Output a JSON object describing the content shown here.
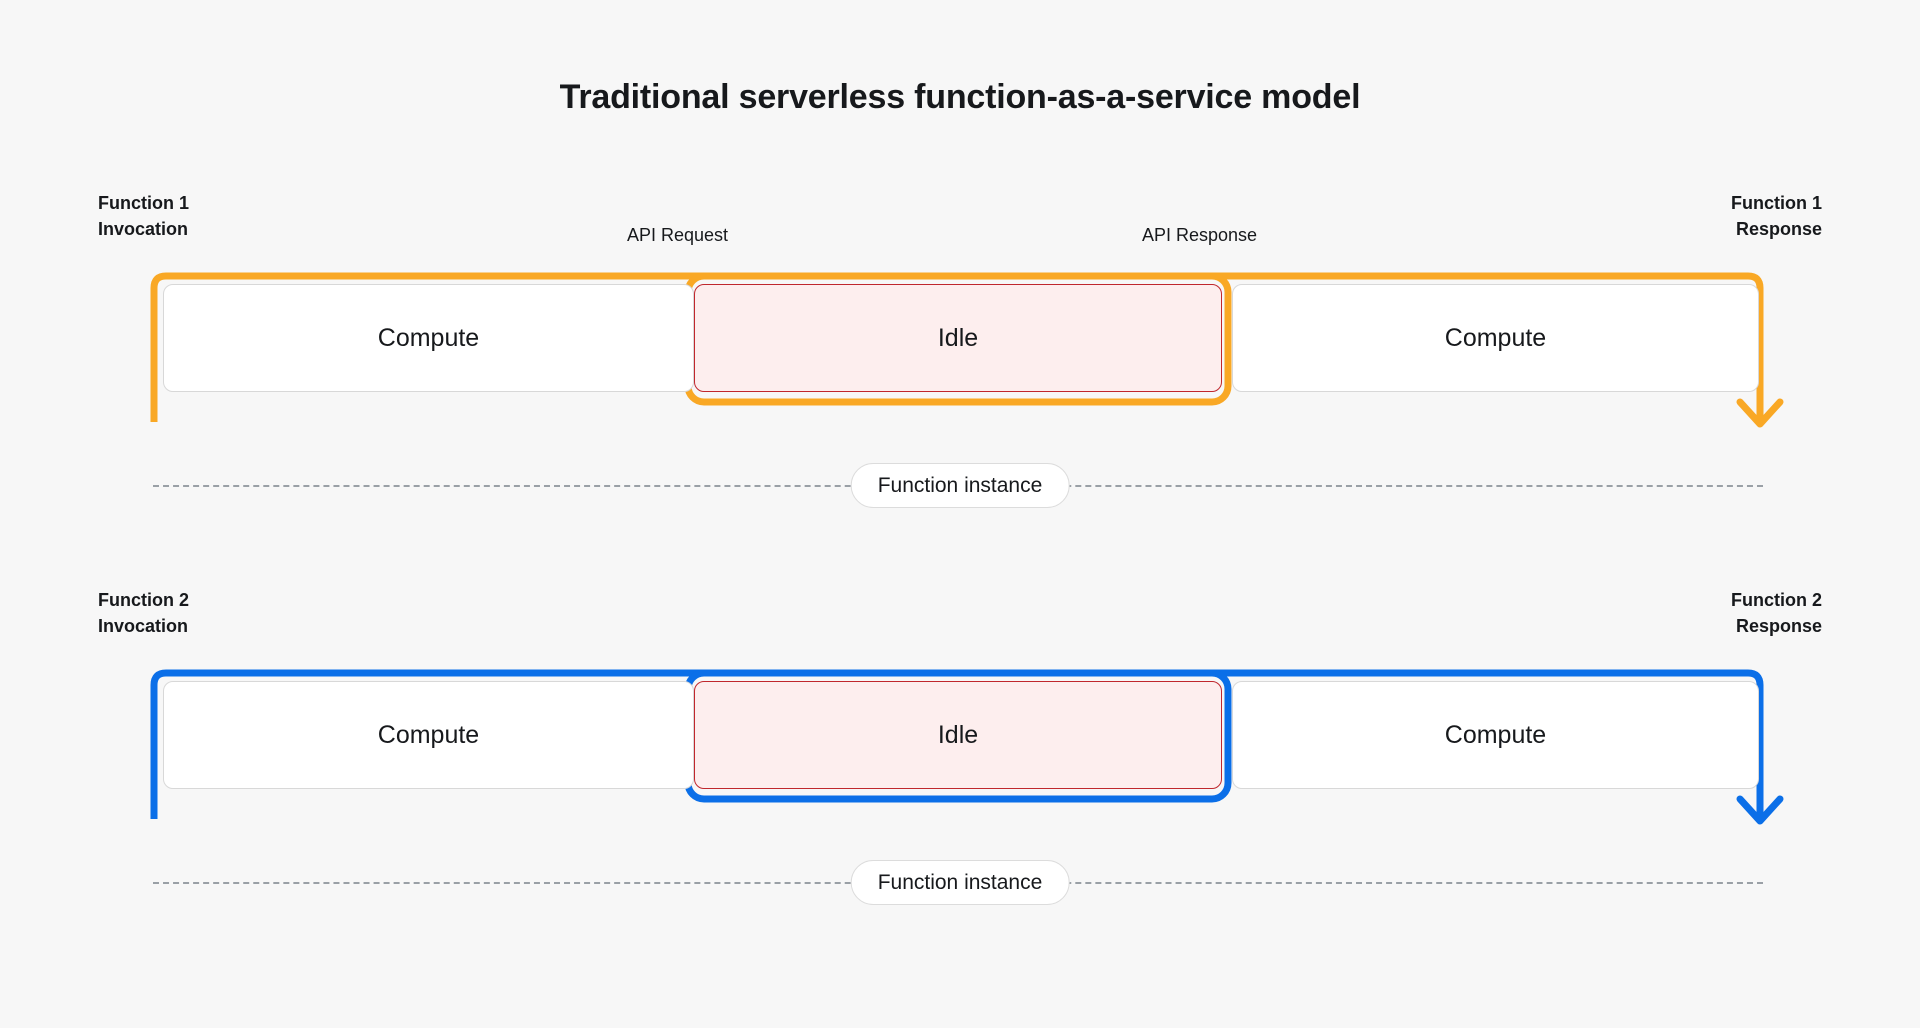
{
  "page": {
    "title": "Traditional serverless function-as-a-service model",
    "background_color": "#f7f7f7",
    "text_color": "#17191c"
  },
  "colors": {
    "function1_track": "#f9a825",
    "function2_track": "#0b6fe8",
    "idle_border": "#c0272d",
    "idle_fill": "#fdeeee",
    "compute_fill": "#ffffff",
    "compute_border": "#d8d8d8",
    "dashed_line": "#9aa0a6"
  },
  "rows": [
    {
      "id": "function-1",
      "track_color": "#f9a825",
      "labels": {
        "start": "Function 1\nInvocation",
        "mid_a": "API Request",
        "mid_b": "API Response",
        "end": "Function 1\nResponse"
      },
      "segments": [
        {
          "label": "Compute",
          "kind": "compute"
        },
        {
          "label": "Idle",
          "kind": "idle"
        },
        {
          "label": "Compute",
          "kind": "compute"
        }
      ],
      "instance_label": "Function instance"
    },
    {
      "id": "function-2",
      "track_color": "#0b6fe8",
      "labels": {
        "start": "Function 2\nInvocation",
        "mid_a": "",
        "mid_b": "",
        "end": "Function 2\nResponse"
      },
      "segments": [
        {
          "label": "Compute",
          "kind": "compute"
        },
        {
          "label": "Idle",
          "kind": "idle"
        },
        {
          "label": "Compute",
          "kind": "compute"
        }
      ],
      "instance_label": "Function instance"
    }
  ]
}
